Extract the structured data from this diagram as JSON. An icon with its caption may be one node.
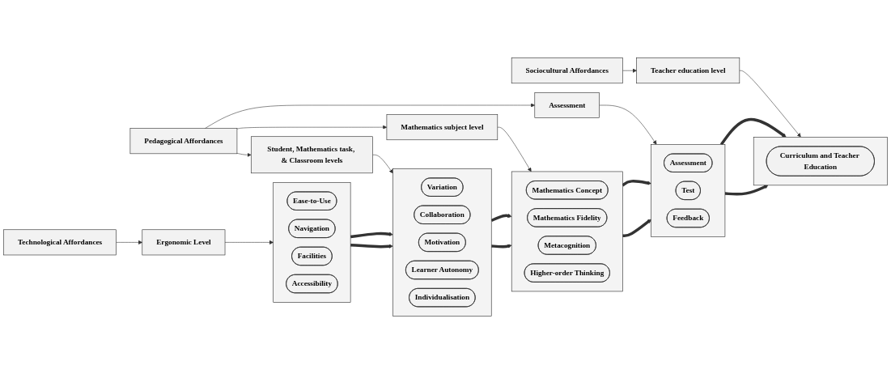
{
  "diagram": {
    "nodes": [
      {
        "text": [
          "Technological Affordances"
        ]
      },
      {
        "text": [
          "Ergonomic Level"
        ]
      },
      {
        "text": [],
        "shape": "box"
      },
      {
        "text": [
          "Ease-to-Use"
        ],
        "in": 2
      },
      {
        "text": [
          "Navigation"
        ],
        "in": 2
      },
      {
        "text": [
          "Facilities"
        ],
        "in": 2
      },
      {
        "text": [
          "Accessibility"
        ],
        "in": 2
      },
      {
        "text": [
          "Pedagogical Affordances"
        ]
      },
      {
        "text": [
          "Student, Mathematics task, & Classroom levels"
        ]
      },
      {
        "text": [],
        "shape": "box"
      },
      {
        "text": [
          "Variation"
        ],
        "in": 9
      },
      {
        "text": [
          "Collaboration"
        ],
        "in": 9
      },
      {
        "text": [
          "Motivation"
        ],
        "in": 9
      },
      {
        "text": [
          "Learner Autonomy"
        ],
        "in": 9
      },
      {
        "text": [
          "Individualisation"
        ],
        "in": 9
      },
      {
        "text": [
          "Mathematics subject level"
        ]
      },
      {
        "text": [],
        "shape": "box"
      },
      {
        "text": [
          "Mathematics Concept"
        ],
        "in": 16
      },
      {
        "text": [
          "Mathematics  Fidelity"
        ],
        "in": 16
      },
      {
        "text": [
          "Metacognition"
        ],
        "in": 16
      },
      {
        "text": [
          "Higher-order Thinking"
        ],
        "in": 16
      },
      {
        "text": [
          "Assessment"
        ]
      },
      {
        "text": [],
        "shape": "box"
      },
      {
        "text": [
          "Assessment"
        ],
        "in": 22
      },
      {
        "text": [
          "Test"
        ],
        "in": 22
      },
      {
        "text": [
          "Feedback"
        ],
        "in": 22
      },
      {
        "text": [
          "Sociocultural Affordances"
        ]
      },
      {
        "text": [
          "Teacher education level"
        ]
      },
      {
        "text": [],
        "shape": "box"
      },
      {
        "text": [
          "Curriculum and Teacher Education"
        ],
        "in": 28
      }
    ],
    "edges": [
      {
        "from": 0,
        "to": 1,
        "arrow": "to"
      },
      {
        "from": 1,
        "to": 2,
        "arrow": "to"
      },
      {
        "from": 7,
        "to": 8,
        "arrow": "to"
      },
      {
        "from": 7,
        "to": 15,
        "arrow": "to"
      },
      {
        "from": 7,
        "to": 21,
        "arrow": "to"
      },
      {
        "from": 8,
        "to": 9,
        "arrow": "to"
      },
      {
        "from": 15,
        "to": 16,
        "arrow": "to"
      },
      {
        "from": 21,
        "to": 22,
        "arrow": "to"
      },
      {
        "from": 26,
        "to": 27,
        "arrow": "to"
      },
      {
        "from": 27,
        "to": 28,
        "arrow": "to"
      },
      {
        "from": 2,
        "to": 9,
        "arrow": "to",
        "style": "thick"
      },
      {
        "from": 2,
        "to": 9,
        "arrow": "to",
        "style": "thick"
      },
      {
        "from": 9,
        "to": 16,
        "arrow": "to",
        "style": "thick"
      },
      {
        "from": 9,
        "to": 16,
        "arrow": "to",
        "style": "thick"
      },
      {
        "from": 16,
        "to": 22,
        "arrow": "to",
        "style": "thick"
      },
      {
        "from": 16,
        "to": 22,
        "arrow": "to",
        "style": "thick"
      },
      {
        "from": 22,
        "to": 28,
        "arrow": "to",
        "style": "thick"
      },
      {
        "from": 22,
        "to": 28,
        "arrow": "to",
        "style": "thick"
      }
    ]
  }
}
